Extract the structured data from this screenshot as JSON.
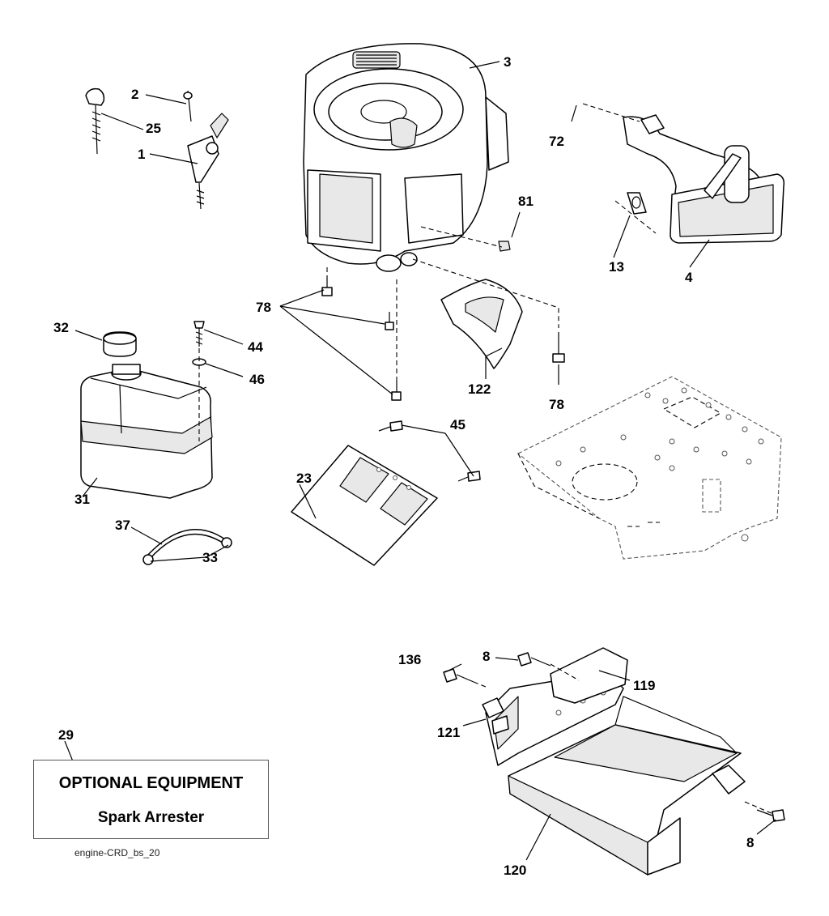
{
  "diagram": {
    "callouts": {
      "c1": "1",
      "c2": "2",
      "c3": "3",
      "c4": "4",
      "c8a": "8",
      "c8b": "8",
      "c13": "13",
      "c23": "23",
      "c25": "25",
      "c29": "29",
      "c31": "31",
      "c32": "32",
      "c33": "33",
      "c37": "37",
      "c44": "44",
      "c45": "45",
      "c46": "46",
      "c72": "72",
      "c78a": "78",
      "c78b": "78",
      "c81": "81",
      "c119": "119",
      "c120": "120",
      "c121": "121",
      "c122": "122",
      "c136": "136"
    },
    "optional_box": {
      "line1": "OPTIONAL EQUIPMENT",
      "line2": "Spark Arrester"
    },
    "caption": "engine-CRD_bs_20"
  }
}
